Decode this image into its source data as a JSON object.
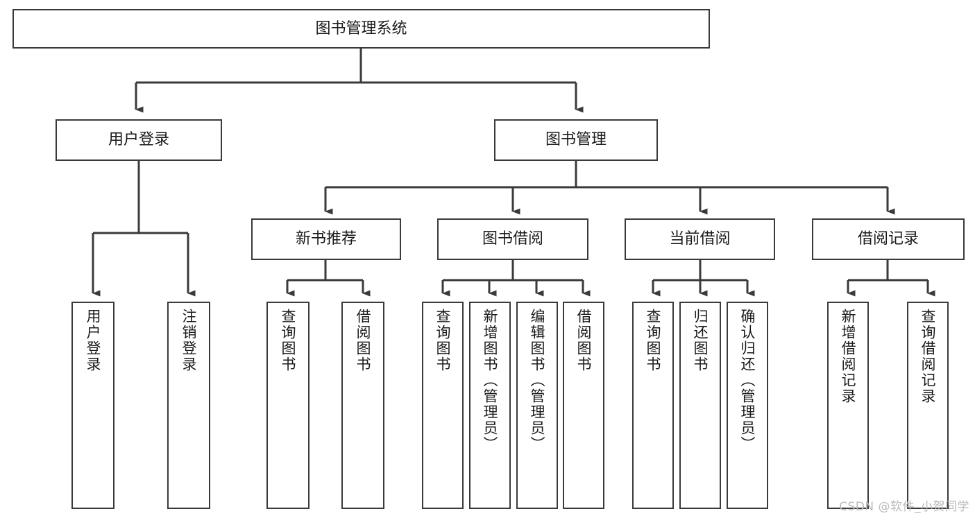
{
  "diagram": {
    "title": "图书管理系统",
    "watermark": "CSDN @软件_小贺同学",
    "colors": {
      "box_border": "#3a3a3a",
      "box_fill": "#ffffff",
      "connector": "#3a3a3a",
      "text": "#1a1a1a",
      "watermark": "#b9b9b9",
      "background": "#ffffff"
    },
    "nodes": {
      "root": {
        "label": "图书管理系统",
        "level": 1,
        "orientation": "horizontal"
      },
      "l2": [
        {
          "id": "user-login",
          "label": "用户登录",
          "level": 2,
          "orientation": "horizontal"
        },
        {
          "id": "book-management",
          "label": "图书管理",
          "level": 2,
          "orientation": "horizontal"
        }
      ],
      "l3": [
        {
          "id": "new-book-recommend",
          "label": "新书推荐",
          "level": 3,
          "orientation": "horizontal"
        },
        {
          "id": "book-borrow",
          "label": "图书借阅",
          "level": 3,
          "orientation": "horizontal"
        },
        {
          "id": "current-borrow",
          "label": "当前借阅",
          "level": 3,
          "orientation": "horizontal"
        },
        {
          "id": "borrow-record",
          "label": "借阅记录",
          "level": 3,
          "orientation": "horizontal"
        }
      ],
      "leaves": [
        {
          "id": "leaf-user-login",
          "label": "用户登录",
          "parent": "user-login",
          "orientation": "vertical"
        },
        {
          "id": "leaf-logout-login",
          "label": "注销登录",
          "parent": "user-login",
          "orientation": "vertical"
        },
        {
          "id": "leaf-query-book-1",
          "label": "查询图书",
          "parent": "new-book-recommend",
          "orientation": "vertical"
        },
        {
          "id": "leaf-borrow-book-1",
          "label": "借阅图书",
          "parent": "new-book-recommend",
          "orientation": "vertical"
        },
        {
          "id": "leaf-query-book-2",
          "label": "查询图书",
          "parent": "book-borrow",
          "orientation": "vertical"
        },
        {
          "id": "leaf-add-book",
          "label": "新增图书（管理员）",
          "parent": "book-borrow",
          "orientation": "vertical"
        },
        {
          "id": "leaf-edit-book",
          "label": "编辑图书（管理员）",
          "parent": "book-borrow",
          "orientation": "vertical"
        },
        {
          "id": "leaf-borrow-book-2",
          "label": "借阅图书",
          "parent": "book-borrow",
          "orientation": "vertical"
        },
        {
          "id": "leaf-query-book-3",
          "label": "查询图书",
          "parent": "current-borrow",
          "orientation": "vertical"
        },
        {
          "id": "leaf-return-book",
          "label": "归还图书",
          "parent": "current-borrow",
          "orientation": "vertical"
        },
        {
          "id": "leaf-confirm-return",
          "label": "确认归还（管理员）",
          "parent": "current-borrow",
          "orientation": "vertical"
        },
        {
          "id": "leaf-add-record",
          "label": "新增借阅记录",
          "parent": "borrow-record",
          "orientation": "vertical"
        },
        {
          "id": "leaf-query-record",
          "label": "查询借阅记录",
          "parent": "borrow-record",
          "orientation": "vertical"
        }
      ]
    },
    "edges": [
      {
        "from": "图书管理系统",
        "to": "用户登录"
      },
      {
        "from": "图书管理系统",
        "to": "图书管理"
      },
      {
        "from": "用户登录",
        "to": "用户登录"
      },
      {
        "from": "用户登录",
        "to": "注销登录"
      },
      {
        "from": "图书管理",
        "to": "新书推荐"
      },
      {
        "from": "图书管理",
        "to": "图书借阅"
      },
      {
        "from": "图书管理",
        "to": "当前借阅"
      },
      {
        "from": "图书管理",
        "to": "借阅记录"
      },
      {
        "from": "新书推荐",
        "to": "查询图书"
      },
      {
        "from": "新书推荐",
        "to": "借阅图书"
      },
      {
        "from": "图书借阅",
        "to": "查询图书"
      },
      {
        "from": "图书借阅",
        "to": "新增图书（管理员）"
      },
      {
        "from": "图书借阅",
        "to": "编辑图书（管理员）"
      },
      {
        "from": "图书借阅",
        "to": "借阅图书"
      },
      {
        "from": "当前借阅",
        "to": "查询图书"
      },
      {
        "from": "当前借阅",
        "to": "归还图书"
      },
      {
        "from": "当前借阅",
        "to": "确认归还（管理员）"
      },
      {
        "from": "借阅记录",
        "to": "新增借阅记录"
      },
      {
        "from": "借阅记录",
        "to": "查询借阅记录"
      }
    ]
  }
}
